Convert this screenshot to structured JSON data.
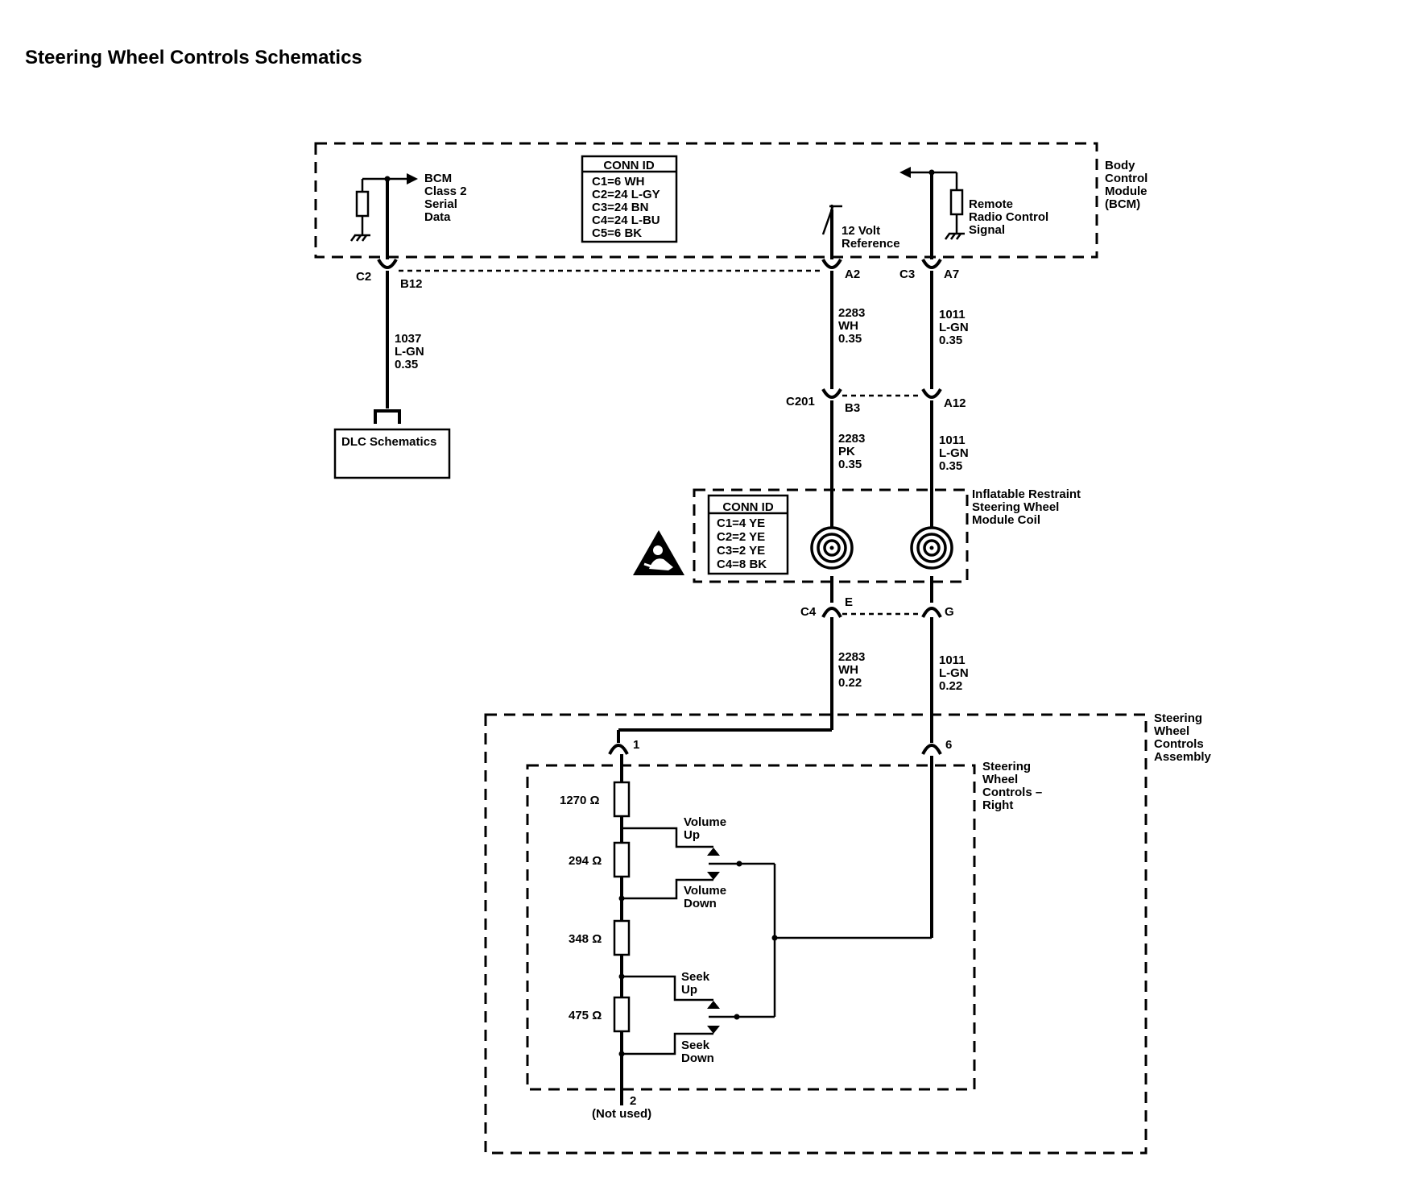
{
  "title": "Steering Wheel Controls Schematics",
  "bcm": {
    "name": [
      "Body",
      "Control",
      "Module",
      "(BCM)"
    ],
    "serial_data": [
      "BCM",
      "Class 2",
      "Serial",
      "Data"
    ],
    "volt_ref": [
      "12 Volt",
      "Reference"
    ],
    "radio_signal": [
      "Remote",
      "Radio Control",
      "Signal"
    ],
    "conn_id": {
      "header": "CONN ID",
      "rows": [
        "C1=6 WH",
        "C2=24 L-GY",
        "C3=24 BN",
        "C4=24 L-BU",
        "C5=6 BK"
      ]
    }
  },
  "connectors": {
    "c2": "C2",
    "b12": "B12",
    "a2": "A2",
    "c3": "C3",
    "a7": "A7",
    "c201": "C201",
    "b3": "B3",
    "a12": "A12",
    "c4": "C4",
    "e": "E",
    "g": "G",
    "pin1": "1",
    "pin6": "6",
    "pin2": "2",
    "not_used": "(Not used)"
  },
  "wires": {
    "w1037": [
      "1037",
      "L-GN",
      "0.35"
    ],
    "w2283a": [
      "2283",
      "WH",
      "0.35"
    ],
    "w1011a": [
      "1011",
      "L-GN",
      "0.35"
    ],
    "w2283b": [
      "2283",
      "PK",
      "0.35"
    ],
    "w1011b": [
      "1011",
      "L-GN",
      "0.35"
    ],
    "w2283c": [
      "2283",
      "WH",
      "0.22"
    ],
    "w1011c": [
      "1011",
      "L-GN",
      "0.22"
    ]
  },
  "dlc": {
    "label": "DLC Schematics"
  },
  "coil": {
    "name": [
      "Inflatable Restraint",
      "Steering Wheel",
      "Module Coil"
    ],
    "conn_id": {
      "header": "CONN ID",
      "rows": [
        "C1=4 YE",
        "C2=2 YE",
        "C3=2 YE",
        "C4=8 BK"
      ]
    }
  },
  "assembly": {
    "name": [
      "Steering",
      "Wheel",
      "Controls",
      "Assembly"
    ],
    "inner_name": [
      "Steering",
      "Wheel",
      "Controls –",
      "Right"
    ],
    "resistors": [
      "1270 Ω",
      "294 Ω",
      "348 Ω",
      "475 Ω"
    ],
    "switches": {
      "vol_up": [
        "Volume",
        "Up"
      ],
      "vol_down": [
        "Volume",
        "Down"
      ],
      "seek_up": [
        "Seek",
        "Up"
      ],
      "seek_down": [
        "Seek",
        "Down"
      ]
    }
  }
}
